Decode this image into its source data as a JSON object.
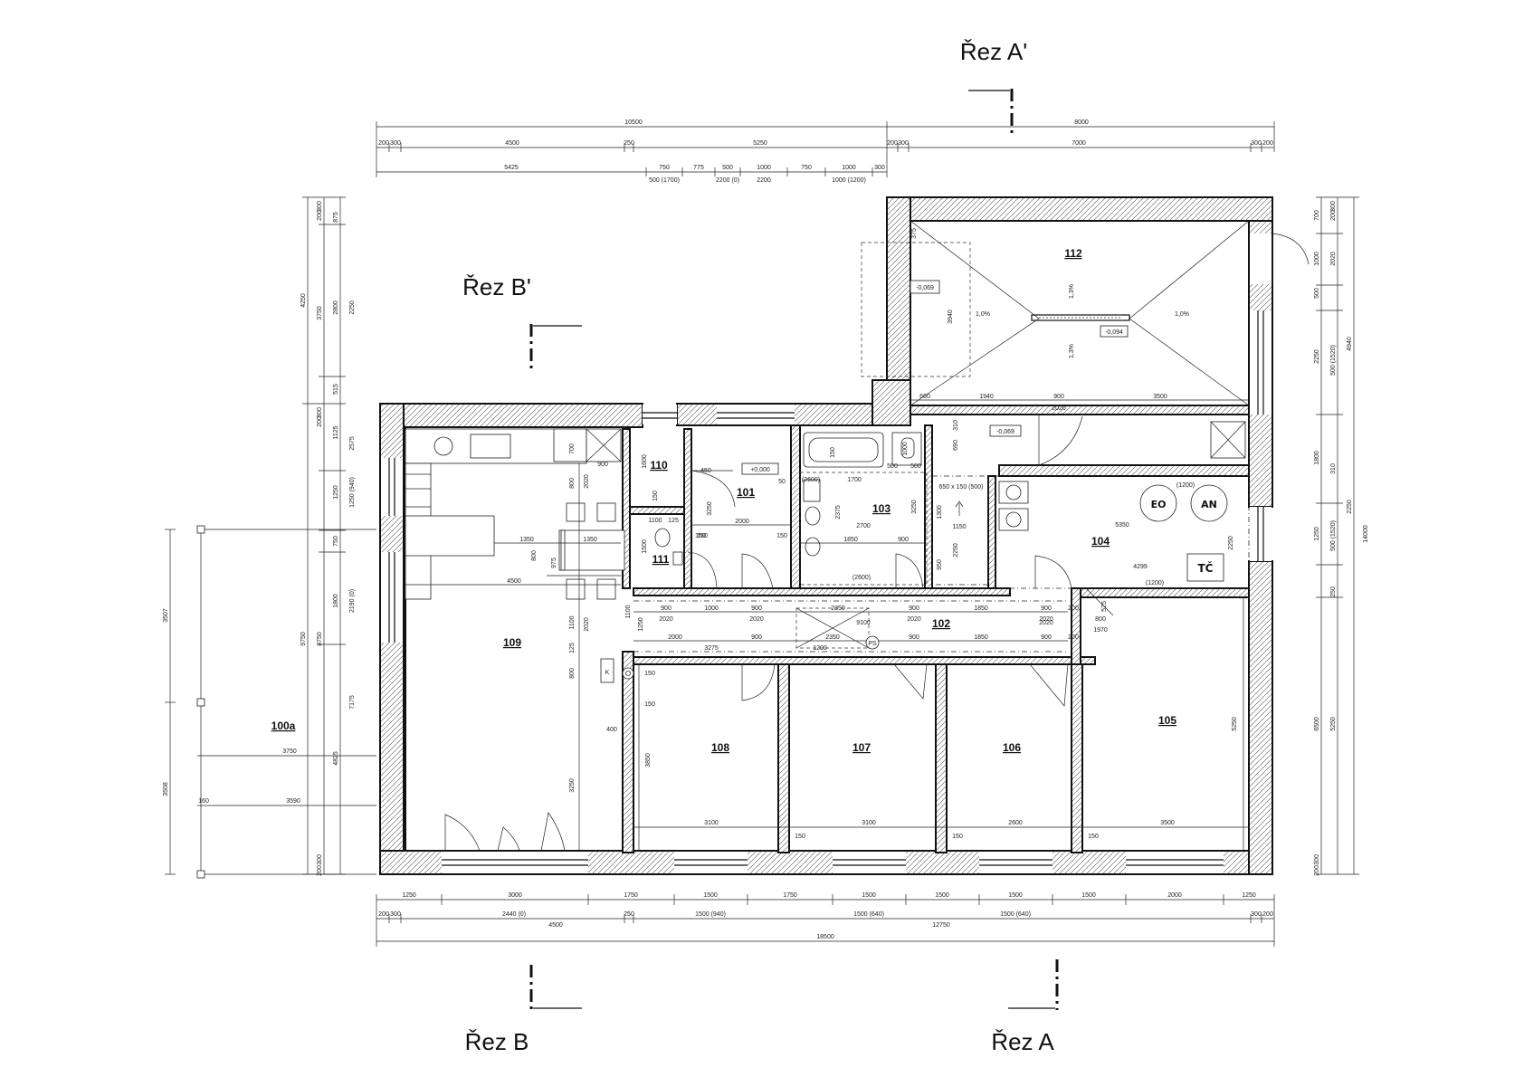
{
  "sections": {
    "a_top": "Řez A'",
    "b_top": "Řez B'",
    "b_bottom": "Řez B",
    "a_bottom": "Řez A"
  },
  "rooms": {
    "r100a": "100a",
    "r101": "101",
    "r102": "102",
    "r103": "103",
    "r104": "104",
    "r105": "105",
    "r106": "106",
    "r107": "107",
    "r108": "108",
    "r109": "109",
    "r110": "110",
    "r111": "111",
    "r112": "112"
  },
  "equipment": {
    "eo": "EO",
    "an": "AN",
    "tc": "TČ",
    "k": "K",
    "ps": "PS"
  },
  "levels": {
    "main": "+0,000",
    "l1": "-0,069",
    "l2": "-0,094",
    "l3": "-0,069"
  },
  "slopes": {
    "s1": "1,0%",
    "s2": "1,0%",
    "s3": "1,3%",
    "s4": "1,3%"
  },
  "dims_top": {
    "row1": [
      "10500",
      "8000"
    ],
    "row2": [
      "200",
      "300",
      "4500",
      "250",
      "5250",
      "200",
      "300",
      "7000",
      "300",
      "200"
    ],
    "row3": [
      "5425",
      "750",
      "775",
      "500",
      "1000",
      "750",
      "1000",
      "300"
    ],
    "row3b": [
      "500 (1700)",
      "2200 (0)",
      "2200",
      "1000 (1200)"
    ]
  },
  "dims_bottom": {
    "row1": [
      "1250",
      "3000",
      "1750",
      "1500",
      "1750",
      "1500",
      "1500",
      "1500",
      "1500",
      "2000",
      "1250"
    ],
    "row2": [
      "200",
      "300",
      "2440 (0)",
      "4500",
      "250",
      "1500 (940)",
      "1500 (640)",
      "12750",
      "1500 (640)",
      "300",
      "200"
    ],
    "row3": [
      "18500"
    ]
  },
  "dims_left": {
    "outer": [
      "4250",
      "9750"
    ],
    "mid": [
      "3750",
      "875",
      "2800",
      "2250",
      "515",
      "1125",
      "2575",
      "1250",
      "1250 (940)",
      "750",
      "1800",
      "2190 (0)",
      "8750",
      "7175",
      "4825",
      "300",
      "200"
    ],
    "stand": [
      "3507",
      "3508"
    ],
    "inner": [
      "300",
      "200",
      "300",
      "200"
    ]
  },
  "dims_right": {
    "outer": [
      "14000"
    ],
    "mid": [
      "700",
      "1000",
      "2020",
      "500",
      "2250",
      "500 (1520)",
      "4940",
      "1800",
      "310",
      "1250",
      "500 (1520)",
      "2250",
      "250",
      "6500",
      "5250"
    ],
    "edge": [
      "300",
      "200",
      "300",
      "200"
    ]
  },
  "dims_inner": {
    "d1": [
      "900",
      "2020",
      "800",
      "2020",
      "700",
      "800",
      "1350",
      "1350",
      "975",
      "800",
      "4500",
      "1100",
      "2020",
      "125",
      "800",
      "3250",
      "400"
    ],
    "d2": [
      "1600",
      "150",
      "1100",
      "125",
      "1500",
      "150",
      "450",
      "3250",
      "2000",
      "50",
      "150",
      "150"
    ],
    "d3": [
      "150",
      "1700",
      "2375",
      "2700",
      "3250",
      "1850",
      "900",
      "500",
      "500",
      "1000",
      "(2600)",
      "(2600)"
    ],
    "d4": [
      "650 x 150 (500)",
      "1300",
      "1150",
      "2250",
      "950",
      "5350",
      "4299",
      "2250",
      "(1200)",
      "(1200)"
    ],
    "d5": [
      "660",
      "1940",
      "900",
      "3500",
      "2020",
      "310",
      "690",
      "375",
      "3940"
    ],
    "d6": [
      "900",
      "1000",
      "900",
      "2350",
      "900",
      "1850",
      "900",
      "2020",
      "2020",
      "2020",
      "2020",
      "2020",
      "9100",
      "200"
    ],
    "d7": [
      "2000",
      "3275",
      "900",
      "2350",
      "1200",
      "900",
      "1850",
      "900",
      "200",
      "1970",
      "800",
      "525",
      "1250",
      "1100"
    ],
    "d8": [
      "3100",
      "3100",
      "2600",
      "3500",
      "3850",
      "5250",
      "150",
      "150",
      "150",
      "150",
      "150",
      "400"
    ],
    "terrace": [
      "3750",
      "3590",
      "160"
    ]
  }
}
